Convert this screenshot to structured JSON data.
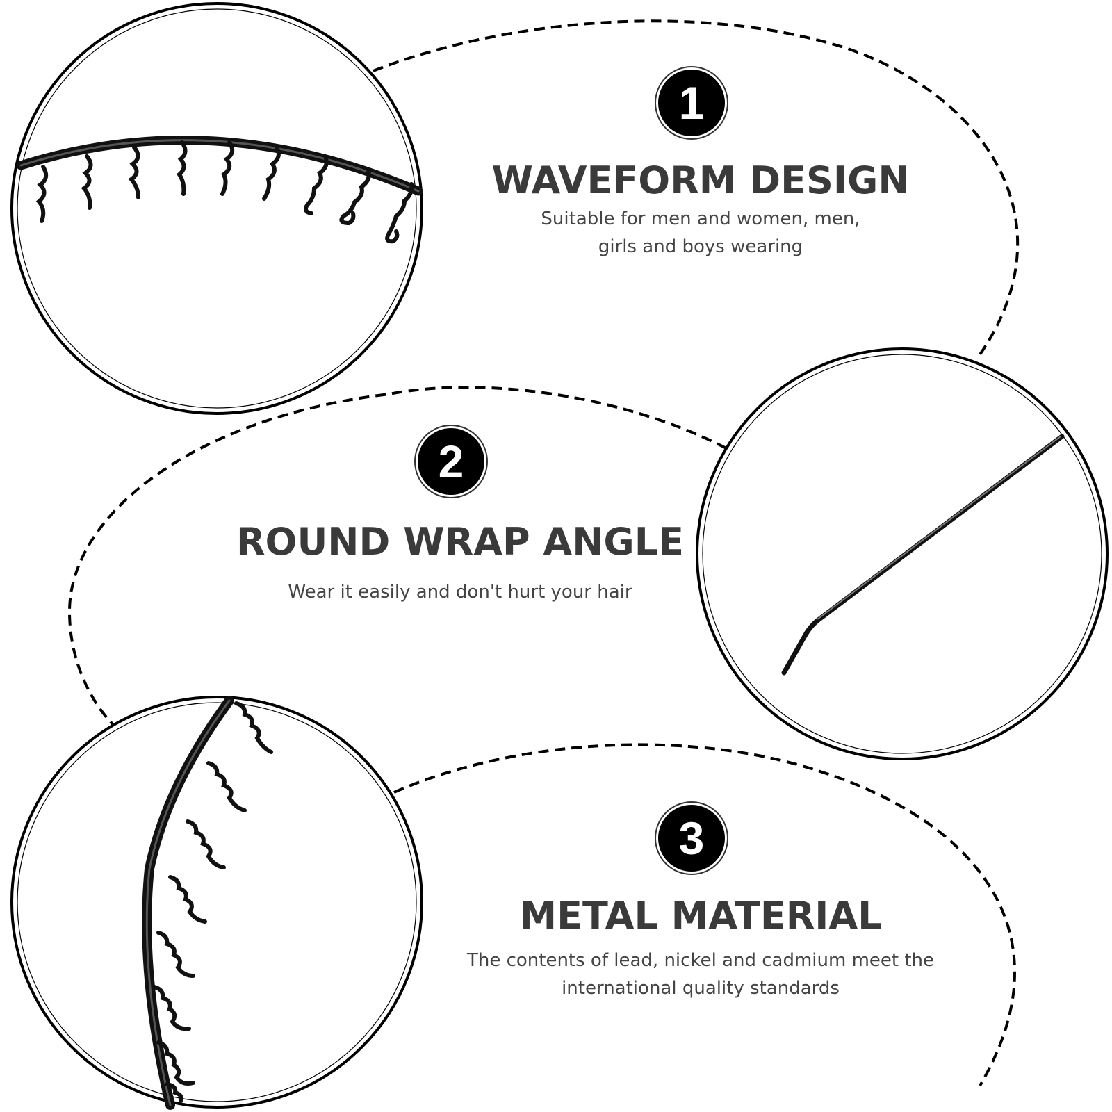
{
  "features": [
    {
      "number": "1",
      "title": "WAVEFORM DESIGN",
      "description_line1": "Suitable for men and women, men,",
      "description_line2": "girls and boys wearing"
    },
    {
      "number": "2",
      "title": "ROUND WRAP ANGLE",
      "description_line1": "Wear it easily and don't hurt your hair"
    },
    {
      "number": "3",
      "title": "METAL MATERIAL",
      "description_line1": "The contents of lead, nickel and cadmium meet the",
      "description_line2": "international quality standards"
    }
  ],
  "colors": {
    "background": "#ffffff",
    "heading": "#3a3a3a",
    "text": "#444444",
    "badge": "#000000",
    "line": "#000000"
  }
}
